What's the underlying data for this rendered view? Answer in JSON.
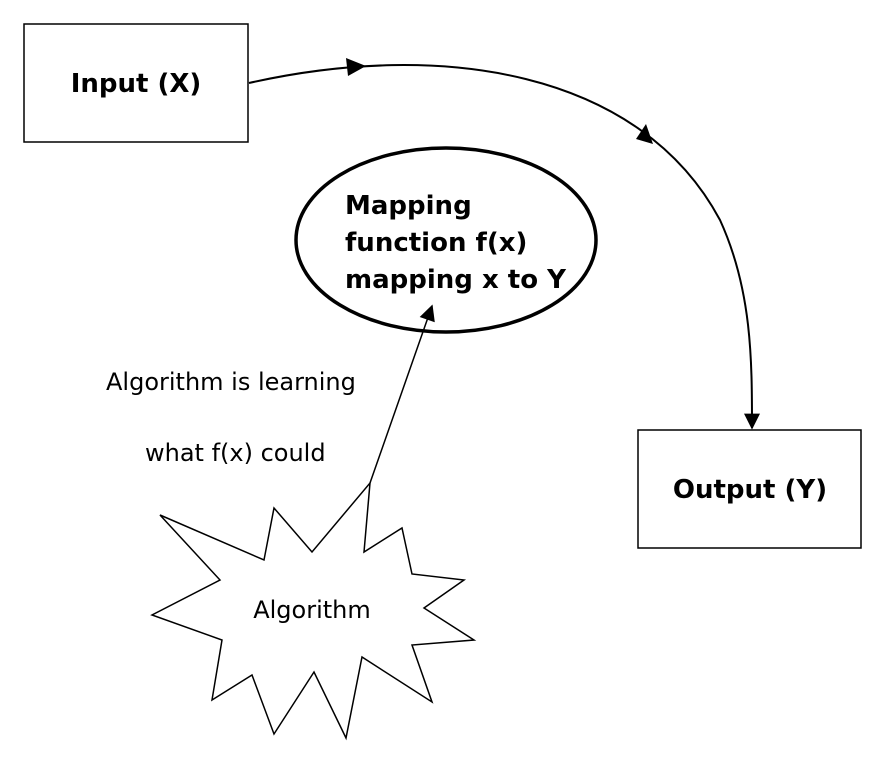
{
  "nodes": {
    "input": {
      "label": "Input (X)"
    },
    "output": {
      "label": "Output (Y)"
    },
    "mapping": {
      "lines": [
        "Mapping",
        "function f(x)",
        "mapping x to Y"
      ]
    },
    "algorithm": {
      "label": "Algorithm"
    }
  },
  "annotations": {
    "learning_line_1": "Algorithm is learning",
    "learning_line_2": "what f(x) could"
  },
  "colors": {
    "stroke": "#000000",
    "fill": "#ffffff"
  }
}
